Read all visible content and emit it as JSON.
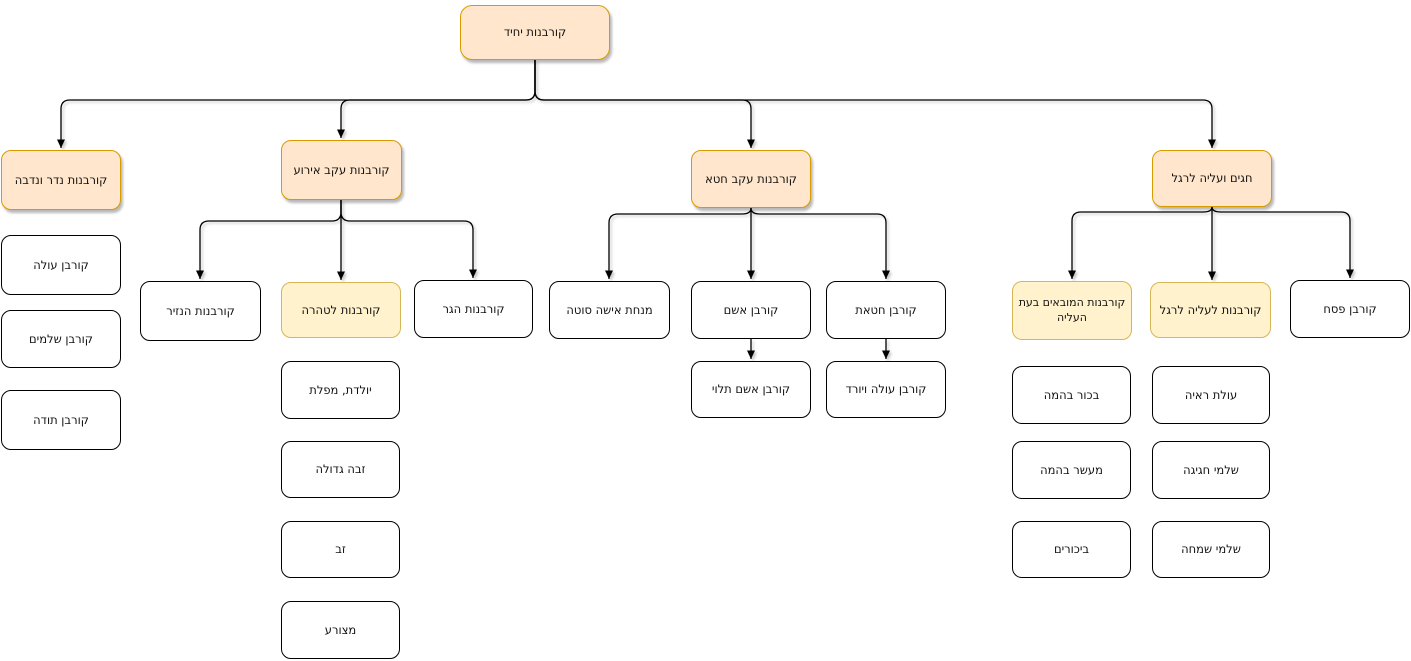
{
  "diagram": {
    "type": "tree-org-chart",
    "direction": "rtl",
    "root": {
      "label": "קורבנות יחיד",
      "variant": "orange",
      "children": [
        {
          "label": "קורבנות נדר ונדבה",
          "variant": "orange",
          "items": [
            {
              "label": "קורבן עולה",
              "variant": "white"
            },
            {
              "label": "קורבן שלמים",
              "variant": "white"
            },
            {
              "label": "קורבן תודה",
              "variant": "white"
            }
          ]
        },
        {
          "label": "קורבנות עקב אירוע",
          "variant": "orange",
          "children": [
            {
              "label": "קורבנות הנזיר",
              "variant": "white"
            },
            {
              "label": "קורבנות לטהרה",
              "variant": "yellow",
              "items": [
                {
                  "label": "יולדת, מפלת",
                  "variant": "white"
                },
                {
                  "label": "זבה גדולה",
                  "variant": "white"
                },
                {
                  "label": "זב",
                  "variant": "white"
                },
                {
                  "label": "מצורע",
                  "variant": "white"
                }
              ]
            },
            {
              "label": "קורבנות הגר",
              "variant": "white"
            }
          ]
        },
        {
          "label": "קורבנות עקב חטא",
          "variant": "orange",
          "children": [
            {
              "label": "מנחת אישה סוטה",
              "variant": "white"
            },
            {
              "label": "קורבן אשם",
              "variant": "white",
              "children": [
                {
                  "label": "קורבן אשם תלוי",
                  "variant": "white"
                }
              ]
            },
            {
              "label": "קורבן חטאת",
              "variant": "white",
              "children": [
                {
                  "label": "קורבן עולה ויורד",
                  "variant": "white"
                }
              ]
            }
          ]
        },
        {
          "label": "חגים ועליה לרגל",
          "variant": "orange",
          "children": [
            {
              "label": "קורבנות המובאים בעת העליה",
              "variant": "yellow",
              "items": [
                {
                  "label": "בכור בהמה",
                  "variant": "white"
                },
                {
                  "label": "מעשר בהמה",
                  "variant": "white"
                },
                {
                  "label": "ביכורים",
                  "variant": "white"
                }
              ]
            },
            {
              "label": "קורבנות לעליה לרגל",
              "variant": "yellow",
              "items": [
                {
                  "label": "עולת ראיה",
                  "variant": "white"
                },
                {
                  "label": "שלמי חגיגה",
                  "variant": "white"
                },
                {
                  "label": "שלמי שמחה",
                  "variant": "white"
                }
              ]
            },
            {
              "label": "קורבן פסח",
              "variant": "white"
            }
          ]
        }
      ]
    },
    "colors": {
      "orange_fill": "#FFE6CC",
      "orange_border": "#D79B00",
      "yellow_fill": "#FFF2CC",
      "yellow_border": "#D6B656",
      "white_fill": "#FFFFFF",
      "white_border": "#000000",
      "connector": "#000000",
      "canvas_bg": "#FFFFFF"
    }
  }
}
